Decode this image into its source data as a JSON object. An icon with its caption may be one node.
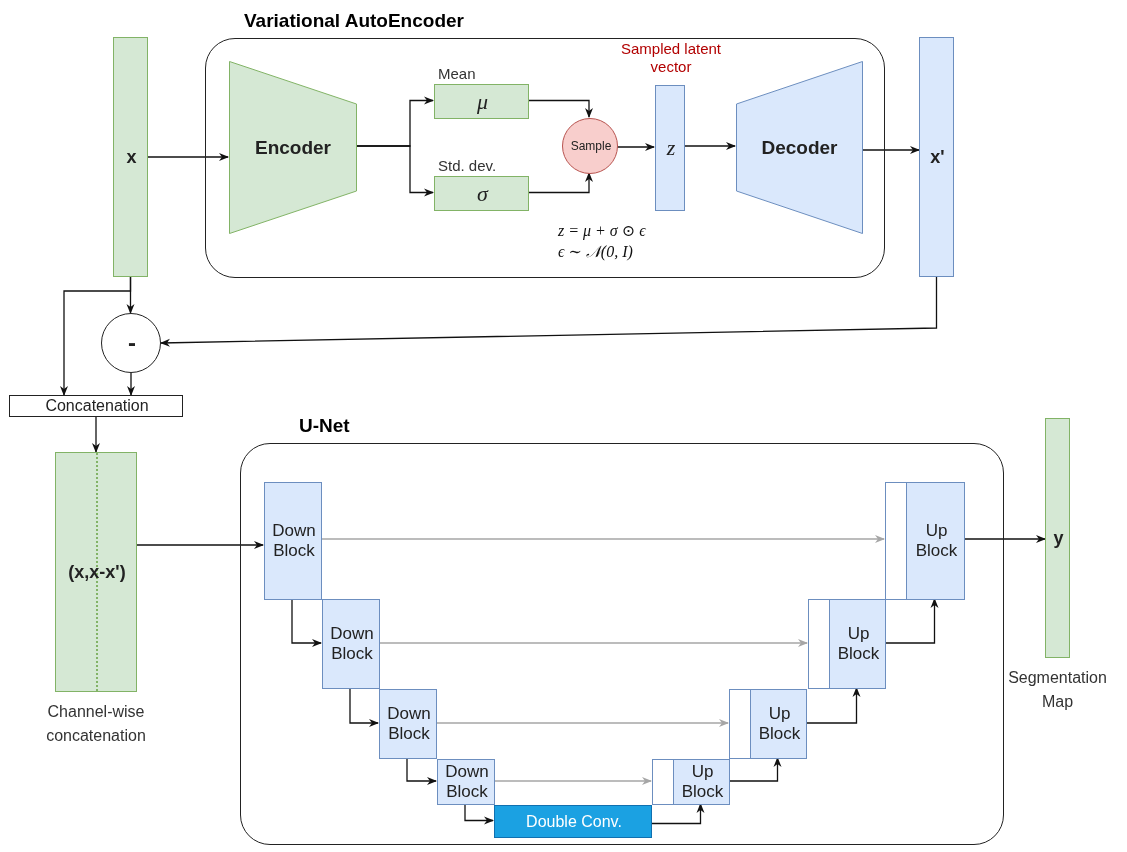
{
  "diagram": {
    "nodes": [
      {
        "text": [
          "Variational AutoEncoder"
        ]
      },
      {
        "text": [
          "Encoder"
        ],
        "in": 0
      },
      {
        "text": [
          "Mean",
          "μ"
        ],
        "in": 0
      },
      {
        "text": [
          "Std. dev.",
          "σ"
        ],
        "in": 0
      },
      {
        "text": [
          "Sample"
        ],
        "in": 0
      },
      {
        "text": [
          "Sampled latent vector",
          "z"
        ],
        "in": 0
      },
      {
        "text": [
          "Decoder"
        ],
        "in": 0
      },
      {
        "text": [
          "x"
        ]
      },
      {
        "text": [
          "x'"
        ]
      },
      {
        "text": [
          "-"
        ]
      },
      {
        "text": [
          "Concatenation"
        ]
      },
      {
        "text": [
          "(x,x-x')"
        ],
        "beside": [
          "Channel-wise concatenation"
        ]
      },
      {
        "text": [
          "U-Net"
        ]
      },
      {
        "text": [
          "Down Block"
        ],
        "in": 12
      },
      {
        "text": [
          "Down Block"
        ],
        "in": 12
      },
      {
        "text": [
          "Down Block"
        ],
        "in": 12
      },
      {
        "text": [
          "Down Block"
        ],
        "in": 12
      },
      {
        "text": [
          "Double Conv."
        ],
        "in": 12
      },
      {
        "text": [
          "Up Block"
        ],
        "in": 12
      },
      {
        "text": [
          "Up Block"
        ],
        "in": 12
      },
      {
        "text": [
          "Up Block"
        ],
        "in": 12
      },
      {
        "text": [
          "Up Block"
        ],
        "in": 12
      },
      {
        "text": [
          "y"
        ],
        "beside": [
          "Segmentation Map"
        ]
      }
    ],
    "edges": [
      {
        "from": 7,
        "to": 1,
        "arrow": "to"
      },
      {
        "from": 1,
        "to": 2,
        "arrow": "to"
      },
      {
        "from": 1,
        "to": 3,
        "arrow": "to"
      },
      {
        "from": 2,
        "to": 4,
        "arrow": "to"
      },
      {
        "from": 3,
        "to": 4,
        "arrow": "to"
      },
      {
        "from": 4,
        "to": 5,
        "arrow": "to"
      },
      {
        "from": 5,
        "to": 6,
        "arrow": "to"
      },
      {
        "from": 6,
        "to": 8,
        "arrow": "to"
      },
      {
        "from": 7,
        "to": 9,
        "arrow": "to"
      },
      {
        "from": 7,
        "to": 10,
        "arrow": "to"
      },
      {
        "from": 8,
        "to": 9,
        "arrow": "to"
      },
      {
        "from": 9,
        "to": 10,
        "arrow": "to"
      },
      {
        "from": 10,
        "to": 11,
        "arrow": "to"
      },
      {
        "from": 11,
        "to": 13,
        "arrow": "to"
      },
      {
        "from": 13,
        "to": 14,
        "arrow": "to"
      },
      {
        "from": 14,
        "to": 15,
        "arrow": "to"
      },
      {
        "from": 15,
        "to": 16,
        "arrow": "to"
      },
      {
        "from": 16,
        "to": 17,
        "arrow": "to"
      },
      {
        "from": 17,
        "to": 18,
        "arrow": "to"
      },
      {
        "from": 18,
        "to": 19,
        "arrow": "to"
      },
      {
        "from": 19,
        "to": 20,
        "arrow": "to"
      },
      {
        "from": 20,
        "to": 21,
        "arrow": "to"
      },
      {
        "from": 13,
        "to": 21,
        "arrow": "to",
        "color": "#a6a6a6"
      },
      {
        "from": 14,
        "to": 20,
        "arrow": "to",
        "color": "#a6a6a6"
      },
      {
        "from": 15,
        "to": 19,
        "arrow": "to",
        "color": "#a6a6a6"
      },
      {
        "from": 16,
        "to": 18,
        "arrow": "to",
        "color": "#a6a6a6"
      },
      {
        "from": 21,
        "to": 22,
        "arrow": "to"
      }
    ],
    "labels": [
      "z = μ + σ ⊙ ϵ",
      "ϵ ∼ 𝒩(0, I)"
    ]
  }
}
